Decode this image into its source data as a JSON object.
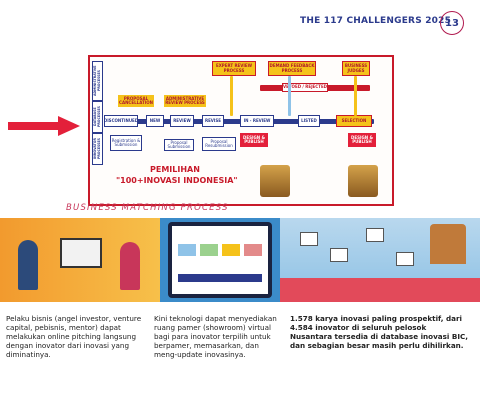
{
  "header": {
    "title": "THE 117 CHALLENGERS 2025",
    "page_number": "13"
  },
  "diagram": {
    "row_labels": [
      "ADMINISTRATIVE PROCESSES",
      "DATABASE PROCESSES",
      "INNOVATOR PROCESSES"
    ],
    "boxes": {
      "expert_review": "EXPERT REVIEW PROCESS",
      "demand_feedback": "DEMAND FEEDBACK PROCESS",
      "business_judges": "BUSINESS JUDGES",
      "vetoed": "VETOED / REJECTED",
      "proposal_cancellation": "PROPOSAL CANCELLATION",
      "admin_review": "ADMINISTRATIVE REVIEW PROCESS",
      "discontinued": "DISCONTINUED",
      "new": "NEW",
      "review": "REVIEW",
      "revise": "REVISE",
      "in_review": "IN - REVIEW",
      "listed": "LISTED",
      "selection": "SELECTION",
      "design_publish_1": "DESIGN & PUBLISH",
      "design_publish_2": "DESIGN & PUBLISH",
      "registration": "Registration & Submission",
      "proposal_submission": "Proposal Submission",
      "proposal_resubmission": "Proposal Resubmission"
    },
    "caption_line1": "PEMILIHAN",
    "caption_line2": "\"100+INOVASI INDONESIA\""
  },
  "section_title": "BUSINESS MATCHING PROCESS",
  "columns": {
    "col1": "Pelaku bisnis (angel investor, venture capital, pebisnis, mentor) dapat melakukan online pitching langsung dengan inovator dari inovasi yang diminatinya.",
    "col2": "Kini teknologi dapat menyediakan ruang pamer (showroom) virtual bagi para inovator terpilih untuk berpamer, memasarkan, dan meng-update inovasinya.",
    "col3": "1.578 karya inovasi paling prospektif, dari 4.584 inovator di seluruh pelosok Nusantara tersedia di database inovasi BIC, dan sebagian besar masih perlu dihilirkan."
  },
  "colors": {
    "accent": "#c81a2a",
    "navy": "#2b3a8c",
    "pink": "#c8365a",
    "yellow": "#f5c21a",
    "blue": "#3b8bc9"
  }
}
